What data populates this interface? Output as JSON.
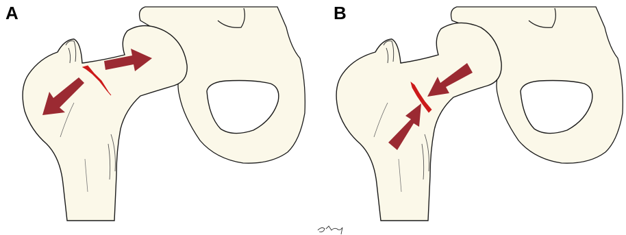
{
  "panels": [
    {
      "label": "A"
    },
    {
      "label": "B"
    }
  ],
  "colors": {
    "bone_fill": "#fbf8e9",
    "outline": "#1a1a1a",
    "arrow": "#9b2a32",
    "fracture": "#cc1a1a"
  },
  "signature": "Hay"
}
